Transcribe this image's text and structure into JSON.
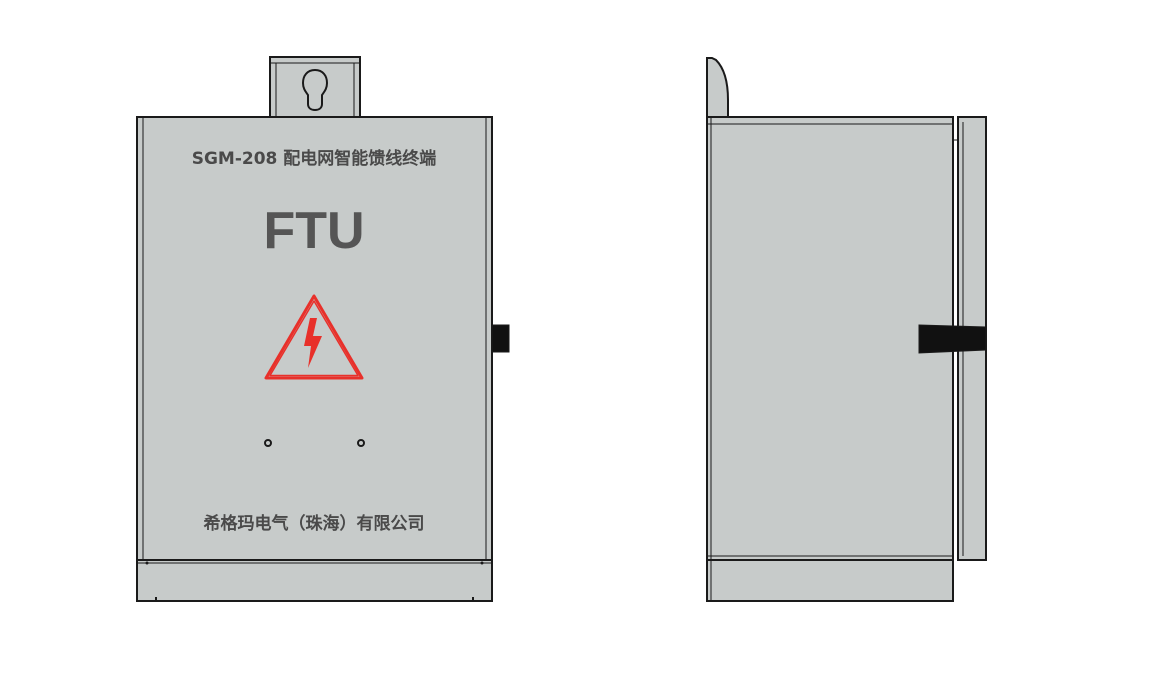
{
  "front_view": {
    "model_label": "SGM-208 配电网智能馈线终端",
    "product_label": "FTU",
    "manufacturer_label": "希格玛电气（珠海）有限公司",
    "warning_icon": "high-voltage-warning-icon"
  },
  "colors": {
    "cabinet_fill": "#c7cbca",
    "outline": "#1a1a1a",
    "text": "#4a4a4a",
    "warning": "#e8302a",
    "handle": "#111111"
  }
}
